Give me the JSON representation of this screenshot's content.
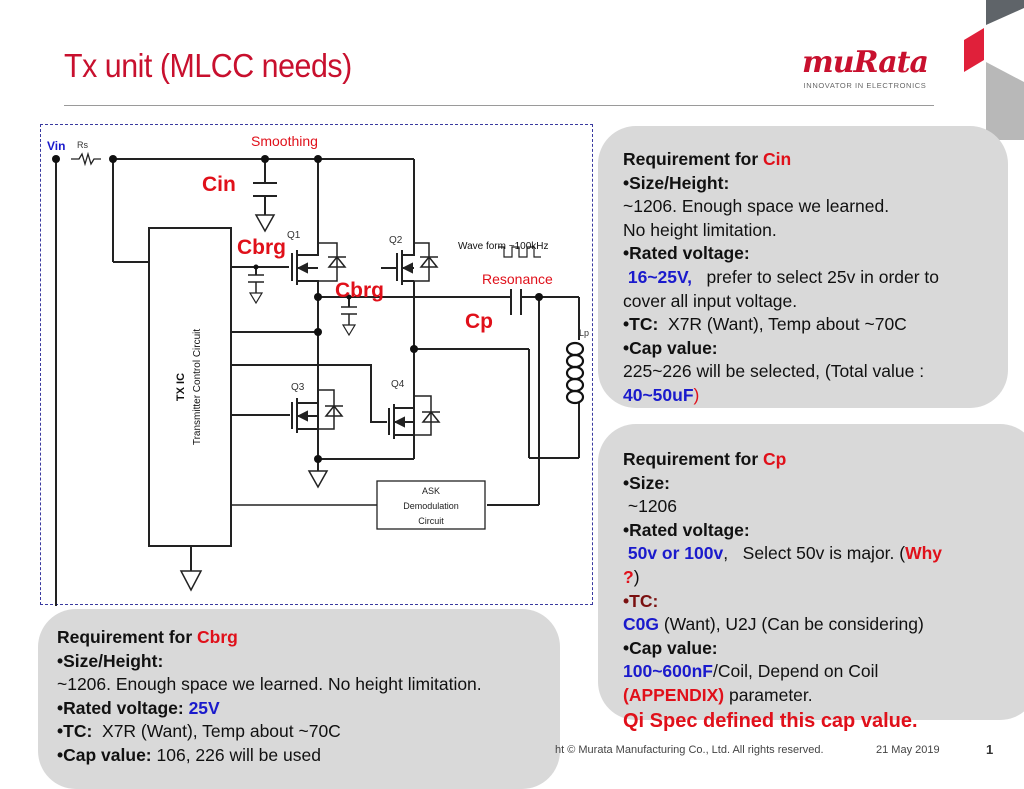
{
  "slide": {
    "title": "Tx unit (MLCC needs)",
    "logo": {
      "name": "muRata",
      "tagline": "INNOVATOR IN ELECTRONICS"
    },
    "footer": {
      "copyright": "ht © Murata Manufacturing Co., Ltd. All rights reserved.",
      "date": "21 May 2019",
      "page": "1"
    }
  },
  "circuit": {
    "labels": {
      "vin": "Vin",
      "rs": "Rs",
      "smoothing": "Smoothing",
      "cin": "Cin",
      "cbrg1": "Cbrg",
      "cbrg2": "Cbrg",
      "q1": "Q1",
      "q2": "Q2",
      "q3": "Q3",
      "q4": "Q4",
      "waveform": "Wave form ~100kHz",
      "resonance": "Resonance",
      "cp": "Cp",
      "lp": "Lp",
      "txic_title": "TX IC",
      "txic_sub": "Transmitter Control Circuit",
      "ask_line1": "ASK",
      "ask_line2": "Demodulation",
      "ask_line3": "Circuit"
    },
    "colors": {
      "label_red": "#e0101a",
      "vin_blue": "#1a1acc"
    }
  },
  "cin_box": {
    "heading": "Requirement for ",
    "heading_part": "Cin",
    "size_label": "•Size/Height:",
    "size_line1": "~1206. Enough space we learned.",
    "size_line2": "No height limitation.",
    "voltage_label": "•Rated voltage:",
    "voltage_value": " 16~25V,",
    "voltage_note": "   prefer to select 25v in order to",
    "voltage_note2": "cover all input voltage.",
    "tc_label": "•TC:",
    "tc_value": "  X7R (Want), Temp about ~70C",
    "cap_label": "•Cap value:",
    "cap_line1": "225~226 will be selected, (Total value :",
    "cap_total": "40~50uF",
    "cap_close": ")"
  },
  "cp_box": {
    "heading": "Requirement for ",
    "heading_part": "Cp",
    "size_label": "•Size:",
    "size_value": " ~1206",
    "voltage_label": "•Rated voltage:",
    "voltage_value": " 50v or 100v",
    "voltage_note": ",   Select 50v is major. (",
    "why": "Why",
    "why_q": "?",
    "why_close": ")",
    "tc_label": "•TC:",
    "tc_value": "C0G",
    "tc_note": " (Want), U2J (Can be considering)",
    "cap_label": "•Cap value:",
    "cap_value": "100~600nF",
    "cap_note": "/Coil, Depend on Coil",
    "appendix": "(APPENDIX)",
    "appendix_note": " parameter.",
    "qi_note": "Qi  Spec defined this cap value."
  },
  "cbrg_box": {
    "heading": "Requirement for ",
    "heading_part": "Cbrg",
    "size_label": "•Size/Height:",
    "size_value": "~1206. Enough space we learned. No height limitation.",
    "voltage_label": "•Rated voltage: ",
    "voltage_value": "25V",
    "tc_label": "•TC:",
    "tc_value": "  X7R (Want), Temp about ~70C",
    "cap_label": "•Cap value:",
    "cap_value": " 106, 226 will be used"
  }
}
